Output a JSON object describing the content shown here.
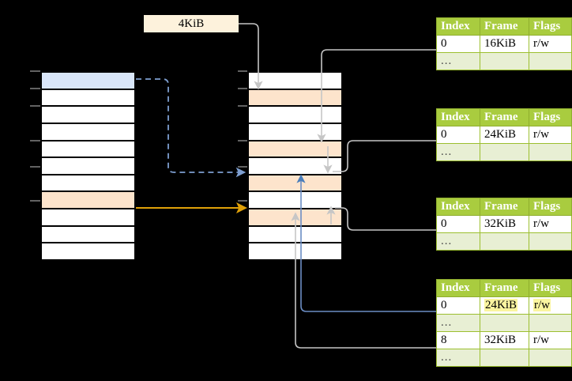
{
  "diagram": {
    "title": "multi-level page table address translation",
    "tag": {
      "label": "4KiB"
    },
    "colors": {
      "table_header_green": "#a9cc3f",
      "table_ellipsis_row": "#e8efd4",
      "highlight_yellow": "#faf5a0",
      "cell_blue": "#d9e6f9",
      "cell_peach": "#fde4cc",
      "tag_cream": "#fdf2dc",
      "arrow_orange": "#e0a109",
      "arrow_blue": "#6b8dc4",
      "arrow_gray": "#cfcfcf",
      "background": "#000000"
    },
    "left_column": {
      "name": "virtual-address-space",
      "cells": [
        {
          "fill": "blue"
        },
        {
          "fill": "white"
        },
        {
          "fill": "white"
        },
        {
          "fill": "white"
        },
        {
          "fill": "white"
        },
        {
          "fill": "white"
        },
        {
          "fill": "white"
        },
        {
          "fill": "peach"
        },
        {
          "fill": "white"
        },
        {
          "fill": "white"
        },
        {
          "fill": "white"
        }
      ]
    },
    "middle_column": {
      "name": "physical-memory",
      "cells": [
        {
          "fill": "white"
        },
        {
          "fill": "peach"
        },
        {
          "fill": "white"
        },
        {
          "fill": "white"
        },
        {
          "fill": "peach"
        },
        {
          "fill": "white"
        },
        {
          "fill": "peach"
        },
        {
          "fill": "white"
        },
        {
          "fill": "peach"
        },
        {
          "fill": "white"
        },
        {
          "fill": "white"
        }
      ]
    },
    "tables": [
      {
        "name": "page-table-level-1",
        "headers": [
          "Index",
          "Frame",
          "Flags"
        ],
        "rows": [
          {
            "type": "data",
            "cells": [
              "0",
              "16KiB",
              "r/w"
            ],
            "highlight": [
              false,
              false,
              false
            ]
          },
          {
            "type": "ellipsis",
            "cells": [
              "...",
              "",
              ""
            ],
            "highlight": [
              false,
              false,
              false
            ]
          }
        ]
      },
      {
        "name": "page-table-level-2",
        "headers": [
          "Index",
          "Frame",
          "Flags"
        ],
        "rows": [
          {
            "type": "data",
            "cells": [
              "0",
              "24KiB",
              "r/w"
            ],
            "highlight": [
              false,
              false,
              false
            ]
          },
          {
            "type": "ellipsis",
            "cells": [
              "...",
              "",
              ""
            ],
            "highlight": [
              false,
              false,
              false
            ]
          }
        ]
      },
      {
        "name": "page-table-level-3",
        "headers": [
          "Index",
          "Frame",
          "Flags"
        ],
        "rows": [
          {
            "type": "data",
            "cells": [
              "0",
              "32KiB",
              "r/w"
            ],
            "highlight": [
              false,
              false,
              false
            ]
          },
          {
            "type": "ellipsis",
            "cells": [
              "...",
              "",
              ""
            ],
            "highlight": [
              false,
              false,
              false
            ]
          }
        ]
      },
      {
        "name": "page-table-level-4",
        "headers": [
          "Index",
          "Frame",
          "Flags"
        ],
        "rows": [
          {
            "type": "data",
            "cells": [
              "0",
              "24KiB",
              "r/w"
            ],
            "highlight": [
              false,
              true,
              true
            ]
          },
          {
            "type": "ellipsis",
            "cells": [
              "...",
              "",
              ""
            ],
            "highlight": [
              false,
              false,
              false
            ]
          },
          {
            "type": "data",
            "cells": [
              "8",
              "32KiB",
              "r/w"
            ],
            "highlight": [
              false,
              false,
              false
            ]
          },
          {
            "type": "ellipsis",
            "cells": [
              "...",
              "",
              ""
            ],
            "highlight": [
              false,
              false,
              false
            ]
          }
        ]
      }
    ]
  }
}
